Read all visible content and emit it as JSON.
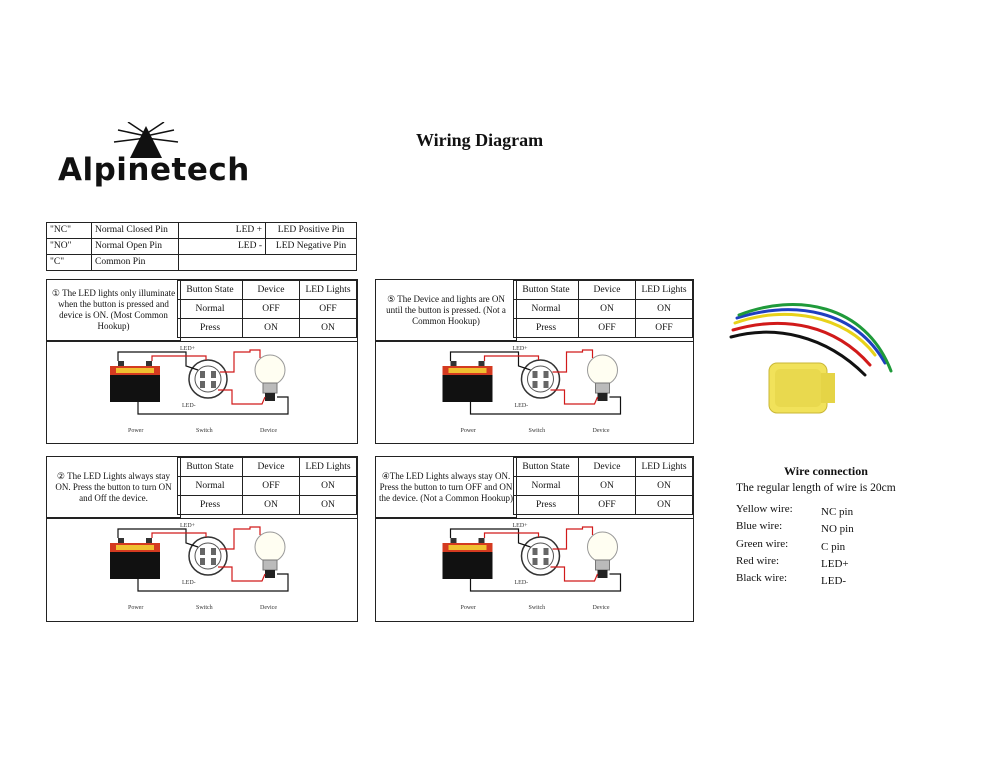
{
  "title": "Wiring Diagram",
  "logo": {
    "text": "Alpinetech"
  },
  "legend": {
    "rows": [
      [
        "\"NC\"",
        "Normal Closed Pin",
        "LED +",
        "LED Positive Pin"
      ],
      [
        "\"NO\"",
        "Normal Open Pin",
        "LED -",
        "LED Negative Pin"
      ],
      [
        "\"C\"",
        "Common Pin",
        "",
        ""
      ]
    ]
  },
  "state_headers": [
    "Button State",
    "Device",
    "LED Lights"
  ],
  "diagram_labels": {
    "power": "Power",
    "switch": "Switch",
    "device": "Device",
    "led_plus": "LED+",
    "led_minus": "LED-"
  },
  "panels": [
    {
      "desc": "① The LED lights only illuminate when the button is pressed and device is ON. (Most Common Hookup)",
      "rows": [
        [
          "Normal",
          "OFF",
          "OFF"
        ],
        [
          "Press",
          "ON",
          "ON"
        ]
      ]
    },
    {
      "desc": "⑤ The Device and lights are ON until the button is pressed.  (Not a Common Hookup)",
      "rows": [
        [
          "Normal",
          "ON",
          "ON"
        ],
        [
          "Press",
          "OFF",
          "OFF"
        ]
      ]
    },
    {
      "desc": "② The LED Lights always stay ON.  Press the button to turn ON and Off the device.",
      "rows": [
        [
          "Normal",
          "OFF",
          "ON"
        ],
        [
          "Press",
          "ON",
          "ON"
        ]
      ]
    },
    {
      "desc": "④The LED Lights always stay ON. Press the button to turn OFF and ON the device. (Not a Common Hookup)",
      "rows": [
        [
          "Normal",
          "ON",
          "ON"
        ],
        [
          "Press",
          "OFF",
          "ON"
        ]
      ]
    }
  ],
  "wire_connection": {
    "title": "Wire connection",
    "length_note": "The regular length of wire is 20cm",
    "wires": [
      {
        "label": "Yellow wire:",
        "value": "NC pin",
        "color": "#e8d21a"
      },
      {
        "label": "Blue wire:",
        "value": "NO pin",
        "color": "#1f3fc0"
      },
      {
        "label": "Green wire:",
        "value": "C pin",
        "color": "#1f9a3a"
      },
      {
        "label": "Red wire:",
        "value": "LED+",
        "color": "#d11a1a"
      },
      {
        "label": "Black wire:",
        "value": "LED-",
        "color": "#111111"
      }
    ]
  }
}
